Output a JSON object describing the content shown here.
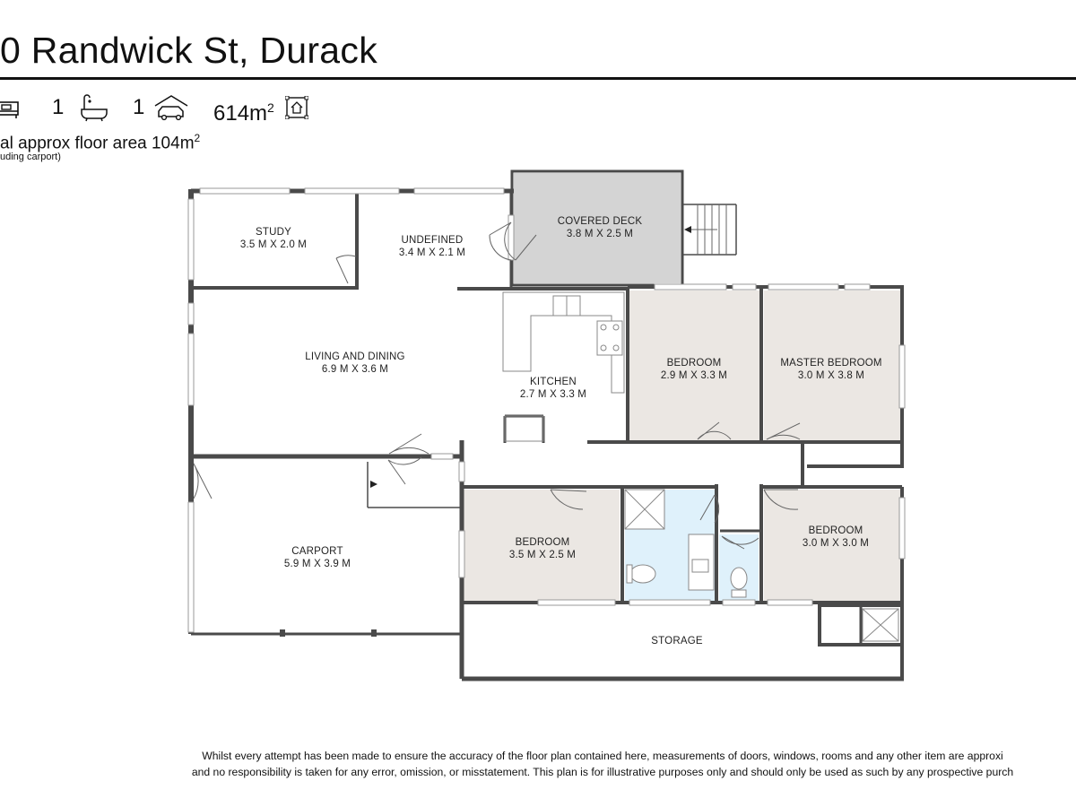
{
  "header": {
    "title": "0 Randwick St, Durack"
  },
  "stats": {
    "bathrooms": "1",
    "car_spaces": "1",
    "land_area": "614m",
    "land_area_sup": "2",
    "icons": [
      "bed-icon",
      "bath-icon",
      "car-icon",
      "land-area-icon"
    ]
  },
  "floor_area": {
    "text": "al approx floor area 104m",
    "sup": "2",
    "note": "uding carport)"
  },
  "rooms": {
    "study": {
      "name": "STUDY",
      "dims": "3.5 M X 2.0 M"
    },
    "undefined": {
      "name": "UNDEFINED",
      "dims": "3.4 M X 2.1 M"
    },
    "covered_deck": {
      "name": "COVERED DECK",
      "dims": "3.8 M X 2.5 M"
    },
    "living_dining": {
      "name": "LIVING AND DINING",
      "dims": "6.9 M X 3.6 M"
    },
    "kitchen": {
      "name": "KITCHEN",
      "dims": "2.7 M X 3.3 M"
    },
    "bedroom_2": {
      "name": "BEDROOM",
      "dims": "2.9 M X 3.3 M"
    },
    "master_bedroom": {
      "name": "MASTER BEDROOM",
      "dims": "3.0 M X 3.8 M"
    },
    "carport": {
      "name": "CARPORT",
      "dims": "5.9 M X 3.9 M"
    },
    "bedroom_3": {
      "name": "BEDROOM",
      "dims": "3.5 M X 2.5 M"
    },
    "bedroom_4": {
      "name": "BEDROOM",
      "dims": "3.0 M X 3.0 M"
    },
    "storage": {
      "name": "STORAGE"
    }
  },
  "colors": {
    "wall": "#4a4a4a",
    "room_fill": "#ebe7e3",
    "deck_fill": "#d4d4d4",
    "wet_area_fill": "#dff1fb"
  },
  "disclaimer": {
    "line1": "Whilst every attempt has been made to ensure the accuracy of the floor plan contained here, measurements of doors, windows, rooms and any other item are approxi",
    "line2": "and no responsibility is taken for any error, omission, or misstatement. This plan is for illustrative purposes only and should only be used as such by any prospective purch"
  }
}
